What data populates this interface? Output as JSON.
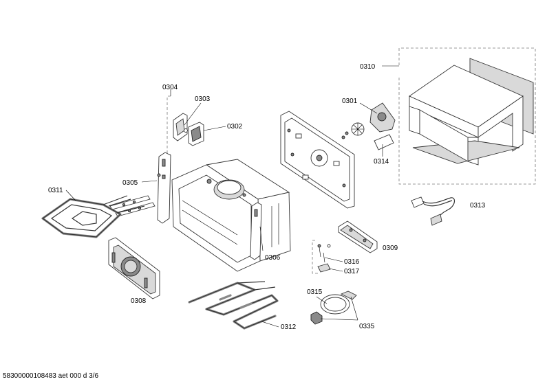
{
  "labels": {
    "p0301": "0301",
    "p0302": "0302",
    "p0303": "0303",
    "p0304": "0304",
    "p0305": "0305",
    "p0306": "0306",
    "p0308": "0308",
    "p0309": "0309",
    "p0310": "0310",
    "p0311": "0311",
    "p0312": "0312",
    "p0313": "0313",
    "p0314": "0314",
    "p0315": "0315",
    "p0316": "0316",
    "p0317": "0317",
    "p0335": "0335"
  },
  "footer": "58300000108483 aet 000 d 3/6"
}
